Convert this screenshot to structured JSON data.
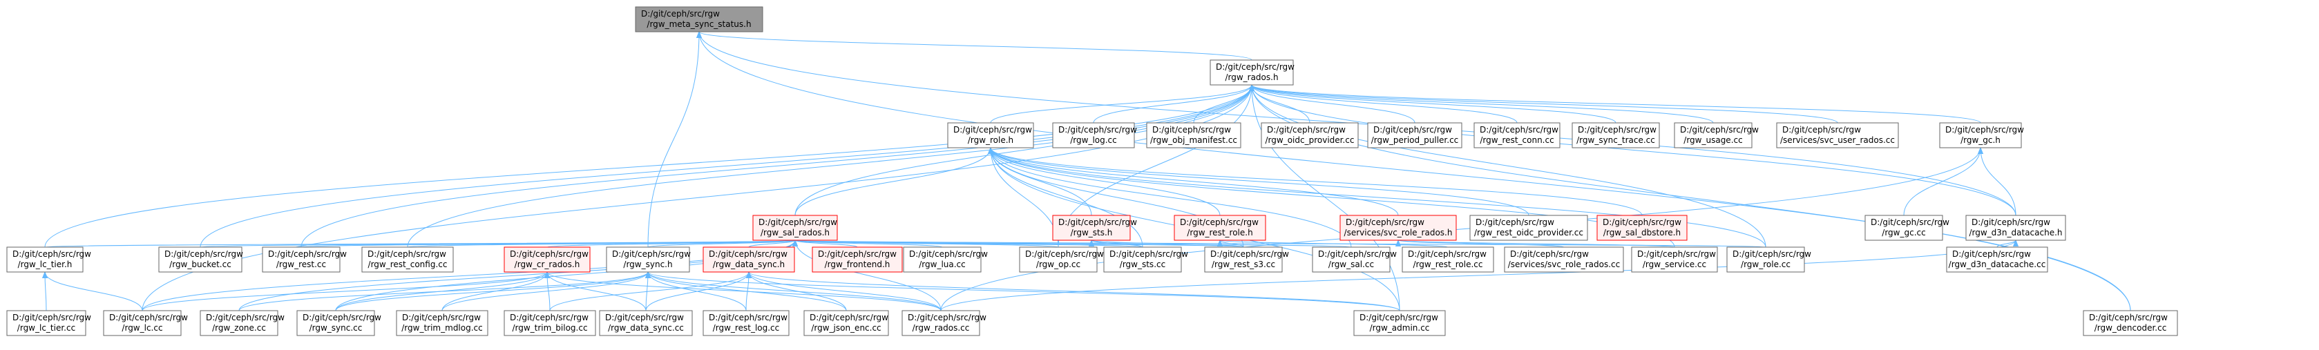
{
  "diagram": {
    "colors": {
      "edge": "#63b8ff",
      "node_border": "#666666",
      "node_fill": "#ffffff",
      "focus_fill": "#999999",
      "red_border": "#ff0000",
      "red_fill": "#fff0f0"
    },
    "nodes": [
      {
        "id": "meta",
        "line1": "D:/git/ceph/src/rgw",
        "line2": "/rgw_meta_sync_status.h",
        "style": "focus"
      },
      {
        "id": "rados_h",
        "line1": "D:/git/ceph/src/rgw",
        "line2": "/rgw_rados.h",
        "style": "normal"
      },
      {
        "id": "role_h",
        "line1": "D:/git/ceph/src/rgw",
        "line2": "/rgw_role.h",
        "style": "normal"
      },
      {
        "id": "log_cc",
        "line1": "D:/git/ceph/src/rgw",
        "line2": "/rgw_log.cc",
        "style": "normal"
      },
      {
        "id": "obj_manifest",
        "line1": "D:/git/ceph/src/rgw",
        "line2": "/rgw_obj_manifest.cc",
        "style": "normal"
      },
      {
        "id": "oidc_provider",
        "line1": "D:/git/ceph/src/rgw",
        "line2": "/rgw_oidc_provider.cc",
        "style": "normal"
      },
      {
        "id": "period_puller",
        "line1": "D:/git/ceph/src/rgw",
        "line2": "/rgw_period_puller.cc",
        "style": "normal"
      },
      {
        "id": "rest_conn",
        "line1": "D:/git/ceph/src/rgw",
        "line2": "/rgw_rest_conn.cc",
        "style": "normal"
      },
      {
        "id": "sync_trace",
        "line1": "D:/git/ceph/src/rgw",
        "line2": "/rgw_sync_trace.cc",
        "style": "normal"
      },
      {
        "id": "usage_cc",
        "line1": "D:/git/ceph/src/rgw",
        "line2": "/rgw_usage.cc",
        "style": "normal"
      },
      {
        "id": "svc_user_rados",
        "line1": "D:/git/ceph/src/rgw",
        "line2": "/services/svc_user_rados.cc",
        "style": "normal"
      },
      {
        "id": "gc_h",
        "line1": "D:/git/ceph/src/rgw",
        "line2": "/rgw_gc.h",
        "style": "normal"
      },
      {
        "id": "sal_rados_h",
        "line1": "D:/git/ceph/src/rgw",
        "line2": "/rgw_sal_rados.h",
        "style": "red"
      },
      {
        "id": "sts_h",
        "line1": "D:/git/ceph/src/rgw",
        "line2": "/rgw_sts.h",
        "style": "red"
      },
      {
        "id": "rest_role_h",
        "line1": "D:/git/ceph/src/rgw",
        "line2": "/rgw_rest_role.h",
        "style": "red"
      },
      {
        "id": "svc_role_rados_h",
        "line1": "D:/git/ceph/src/rgw",
        "line2": "/services/svc_role_rados.h",
        "style": "red"
      },
      {
        "id": "rest_oidc_provider",
        "line1": "D:/git/ceph/src/rgw",
        "line2": "/rgw_rest_oidc_provider.cc",
        "style": "normal"
      },
      {
        "id": "sal_dbstore",
        "line1": "D:/git/ceph/src/rgw",
        "line2": "/rgw_sal_dbstore.h",
        "style": "red"
      },
      {
        "id": "gc_cc",
        "line1": "D:/git/ceph/src/rgw",
        "line2": "/rgw_gc.cc",
        "style": "normal"
      },
      {
        "id": "d3n_h",
        "line1": "D:/git/ceph/src/rgw",
        "line2": "/rgw_d3n_datacache.h",
        "style": "normal"
      },
      {
        "id": "lc_tier_h",
        "line1": "D:/git/ceph/src/rgw",
        "line2": "/rgw_lc_tier.h",
        "style": "normal"
      },
      {
        "id": "bucket_cc",
        "line1": "D:/git/ceph/src/rgw",
        "line2": "/rgw_bucket.cc",
        "style": "normal"
      },
      {
        "id": "rest_cc",
        "line1": "D:/git/ceph/src/rgw",
        "line2": "/rgw_rest.cc",
        "style": "normal"
      },
      {
        "id": "rest_config",
        "line1": "D:/git/ceph/src/rgw",
        "line2": "/rgw_rest_config.cc",
        "style": "normal"
      },
      {
        "id": "cr_rados_h",
        "line1": "D:/git/ceph/src/rgw",
        "line2": "/rgw_cr_rados.h",
        "style": "red"
      },
      {
        "id": "sync_h",
        "line1": "D:/git/ceph/src/rgw",
        "line2": "/rgw_sync.h",
        "style": "normal"
      },
      {
        "id": "data_sync_h",
        "line1": "D:/git/ceph/src/rgw",
        "line2": "/rgw_data_sync.h",
        "style": "red"
      },
      {
        "id": "frontend_h",
        "line1": "D:/git/ceph/src/rgw",
        "line2": "/rgw_frontend.h",
        "style": "red"
      },
      {
        "id": "lua_cc",
        "line1": "D:/git/ceph/src/rgw",
        "line2": "/rgw_lua.cc",
        "style": "normal"
      },
      {
        "id": "op_cc",
        "line1": "D:/git/ceph/src/rgw",
        "line2": "/rgw_op.cc",
        "style": "normal"
      },
      {
        "id": "sts_cc",
        "line1": "D:/git/ceph/src/rgw",
        "line2": "/rgw_sts.cc",
        "style": "normal"
      },
      {
        "id": "rest_s3",
        "line1": "D:/git/ceph/src/rgw",
        "line2": "/rgw_rest_s3.cc",
        "style": "normal"
      },
      {
        "id": "sal_cc",
        "line1": "D:/git/ceph/src/rgw",
        "line2": "/rgw_sal.cc",
        "style": "normal"
      },
      {
        "id": "rest_role_cc",
        "line1": "D:/git/ceph/src/rgw",
        "line2": "/rgw_rest_role.cc",
        "style": "normal"
      },
      {
        "id": "svc_role_rados_cc",
        "line1": "D:/git/ceph/src/rgw",
        "line2": "/services/svc_role_rados.cc",
        "style": "normal"
      },
      {
        "id": "service_cc",
        "line1": "D:/git/ceph/src/rgw",
        "line2": "/rgw_service.cc",
        "style": "normal"
      },
      {
        "id": "role_cc",
        "line1": "D:/git/ceph/src/rgw",
        "line2": "/rgw_role.cc",
        "style": "normal"
      },
      {
        "id": "d3n_cc",
        "line1": "D:/git/ceph/src/rgw",
        "line2": "/rgw_d3n_datacache.cc",
        "style": "normal"
      },
      {
        "id": "lc_tier_cc",
        "line1": "D:/git/ceph/src/rgw",
        "line2": "/rgw_lc_tier.cc",
        "style": "normal"
      },
      {
        "id": "lc_cc",
        "line1": "D:/git/ceph/src/rgw",
        "line2": "/rgw_lc.cc",
        "style": "normal"
      },
      {
        "id": "zone_cc",
        "line1": "D:/git/ceph/src/rgw",
        "line2": "/rgw_zone.cc",
        "style": "normal"
      },
      {
        "id": "sync_cc",
        "line1": "D:/git/ceph/src/rgw",
        "line2": "/rgw_sync.cc",
        "style": "normal"
      },
      {
        "id": "trim_mdlog",
        "line1": "D:/git/ceph/src/rgw",
        "line2": "/rgw_trim_mdlog.cc",
        "style": "normal"
      },
      {
        "id": "trim_bilog",
        "line1": "D:/git/ceph/src/rgw",
        "line2": "/rgw_trim_bilog.cc",
        "style": "normal"
      },
      {
        "id": "data_sync_cc",
        "line1": "D:/git/ceph/src/rgw",
        "line2": "/rgw_data_sync.cc",
        "style": "normal"
      },
      {
        "id": "rest_log",
        "line1": "D:/git/ceph/src/rgw",
        "line2": "/rgw_rest_log.cc",
        "style": "normal"
      },
      {
        "id": "json_enc",
        "line1": "D:/git/ceph/src/rgw",
        "line2": "/rgw_json_enc.cc",
        "style": "normal"
      },
      {
        "id": "rados_cc",
        "line1": "D:/git/ceph/src/rgw",
        "line2": "/rgw_rados.cc",
        "style": "normal"
      },
      {
        "id": "admin_cc",
        "line1": "D:/git/ceph/src/rgw",
        "line2": "/rgw_admin.cc",
        "style": "normal"
      },
      {
        "id": "dencoder",
        "line1": "D:/git/ceph/src/rgw",
        "line2": "/rgw_dencoder.cc",
        "style": "normal"
      }
    ],
    "edges": [
      [
        "rados_h",
        "meta"
      ],
      [
        "sync_h",
        "meta"
      ],
      [
        "dencoder",
        "meta"
      ],
      [
        "d3n_h",
        "meta"
      ],
      [
        "role_h",
        "rados_h"
      ],
      [
        "log_cc",
        "rados_h"
      ],
      [
        "obj_manifest",
        "rados_h"
      ],
      [
        "oidc_provider",
        "rados_h"
      ],
      [
        "period_puller",
        "rados_h"
      ],
      [
        "rest_conn",
        "rados_h"
      ],
      [
        "sync_trace",
        "rados_h"
      ],
      [
        "usage_cc",
        "rados_h"
      ],
      [
        "svc_user_rados",
        "rados_h"
      ],
      [
        "gc_h",
        "rados_h"
      ],
      [
        "sal_rados_h",
        "rados_h"
      ],
      [
        "lc_tier_h",
        "rados_h"
      ],
      [
        "bucket_cc",
        "rados_h"
      ],
      [
        "rest_cc",
        "rados_h"
      ],
      [
        "rest_config",
        "rados_h"
      ],
      [
        "op_cc",
        "rados_h"
      ],
      [
        "role_cc",
        "rados_h"
      ],
      [
        "d3n_h",
        "rados_h"
      ],
      [
        "lc_cc",
        "rados_h"
      ],
      [
        "admin_cc",
        "rados_h"
      ],
      [
        "dencoder",
        "rados_h"
      ],
      [
        "sal_rados_h",
        "role_h"
      ],
      [
        "sts_h",
        "role_h"
      ],
      [
        "rest_role_h",
        "role_h"
      ],
      [
        "svc_role_rados_h",
        "role_h"
      ],
      [
        "rest_oidc_provider",
        "role_h"
      ],
      [
        "sal_dbstore",
        "role_h"
      ],
      [
        "op_cc",
        "role_h"
      ],
      [
        "sts_cc",
        "role_h"
      ],
      [
        "rest_s3",
        "role_h"
      ],
      [
        "sal_cc",
        "role_h"
      ],
      [
        "service_cc",
        "role_h"
      ],
      [
        "role_cc",
        "role_h"
      ],
      [
        "admin_cc",
        "role_h"
      ],
      [
        "gc_cc",
        "gc_h"
      ],
      [
        "d3n_h",
        "gc_h"
      ],
      [
        "rados_cc",
        "gc_h"
      ],
      [
        "lc_tier_h",
        "sal_rados_h"
      ],
      [
        "bucket_cc",
        "sal_rados_h"
      ],
      [
        "rest_cc",
        "sal_rados_h"
      ],
      [
        "rest_config",
        "sal_rados_h"
      ],
      [
        "cr_rados_h",
        "sal_rados_h"
      ],
      [
        "sync_h",
        "sal_rados_h"
      ],
      [
        "data_sync_h",
        "sal_rados_h"
      ],
      [
        "frontend_h",
        "sal_rados_h"
      ],
      [
        "lua_cc",
        "sal_rados_h"
      ],
      [
        "op_cc",
        "sal_rados_h"
      ],
      [
        "sts_cc",
        "sal_rados_h"
      ],
      [
        "rest_s3",
        "sal_rados_h"
      ],
      [
        "sal_cc",
        "sal_rados_h"
      ],
      [
        "role_cc",
        "sal_rados_h"
      ],
      [
        "zone_cc",
        "sal_rados_h"
      ],
      [
        "lc_cc",
        "sal_rados_h"
      ],
      [
        "sync_cc",
        "sal_rados_h"
      ],
      [
        "rados_cc",
        "sal_rados_h"
      ],
      [
        "sts_cc",
        "sts_h"
      ],
      [
        "rest_s3",
        "sts_h"
      ],
      [
        "rest_role_cc",
        "rest_role_h"
      ],
      [
        "rest_s3",
        "rest_role_h"
      ],
      [
        "svc_role_rados_cc",
        "svc_role_rados_h"
      ],
      [
        "service_cc",
        "svc_role_rados_h"
      ],
      [
        "d3n_cc",
        "d3n_h"
      ],
      [
        "rados_cc",
        "d3n_h"
      ],
      [
        "lc_tier_cc",
        "lc_tier_h"
      ],
      [
        "lc_cc",
        "lc_tier_h"
      ],
      [
        "sync_cc",
        "cr_rados_h"
      ],
      [
        "trim_mdlog",
        "cr_rados_h"
      ],
      [
        "trim_bilog",
        "cr_rados_h"
      ],
      [
        "data_sync_cc",
        "cr_rados_h"
      ],
      [
        "rados_cc",
        "cr_rados_h"
      ],
      [
        "lc_cc",
        "cr_rados_h"
      ],
      [
        "sync_cc",
        "sync_h"
      ],
      [
        "trim_mdlog",
        "sync_h"
      ],
      [
        "data_sync_cc",
        "sync_h"
      ],
      [
        "rest_log",
        "sync_h"
      ],
      [
        "json_enc",
        "sync_h"
      ],
      [
        "rados_cc",
        "sync_h"
      ],
      [
        "admin_cc",
        "sync_h"
      ],
      [
        "zone_cc",
        "sync_h"
      ],
      [
        "data_sync_cc",
        "data_sync_h"
      ],
      [
        "rest_log",
        "data_sync_h"
      ],
      [
        "json_enc",
        "data_sync_h"
      ],
      [
        "rados_cc",
        "data_sync_h"
      ],
      [
        "admin_cc",
        "data_sync_h"
      ],
      [
        "trim_bilog",
        "data_sync_h"
      ]
    ]
  }
}
